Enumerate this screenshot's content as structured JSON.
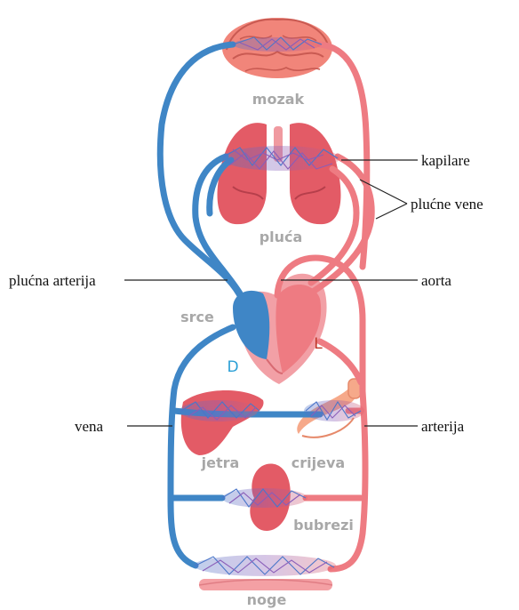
{
  "organs": {
    "brain": "mozak",
    "lungs": "pluća",
    "heart": "srce",
    "liver": "jetra",
    "intestine": "crijeva",
    "kidneys": "bubrezi",
    "legs": "noge"
  },
  "heart_sides": {
    "right": "D",
    "left": "L"
  },
  "callouts": {
    "capillaries": "kapilare",
    "pulmonary_veins": "plućne vene",
    "pulmonary_artery": "plućna arterija",
    "aorta": "aorta",
    "vein": "vena",
    "artery": "arterija"
  },
  "colors": {
    "vein": "#3f86c6",
    "artery": "#ee7b82",
    "organ": "#e35b66",
    "capillary_blue": "#4a76c9",
    "capillary_purple": "#8a5db8",
    "label_gray": "#a8a8a8",
    "right_side_letter": "#2a9fd6",
    "left_side_letter": "#c0392b"
  }
}
